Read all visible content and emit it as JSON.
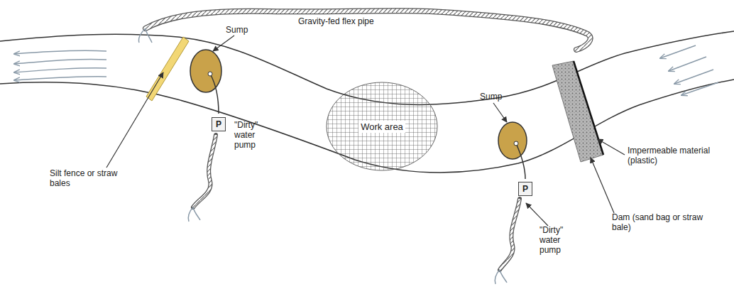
{
  "diagram": {
    "nodes": [
      {
        "text": [
          "Work area"
        ]
      },
      {
        "text": [
          "P"
        ]
      },
      {
        "text": [
          "P"
        ]
      }
    ],
    "labels": [
      "Gravity-fed flex pipe",
      "Sump",
      "Sump",
      "\"Dirty\" water pump",
      "\"Dirty\" water pump",
      "Silt fence or straw bales",
      "Impermeable material (plastic)",
      "Dam (sand bag or straw bale)"
    ]
  }
}
